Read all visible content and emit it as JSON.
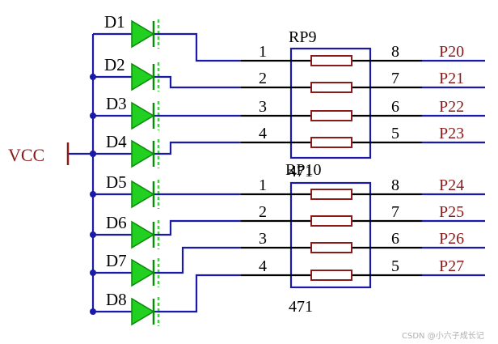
{
  "diagram": {
    "leds": [
      {
        "label": "D1"
      },
      {
        "label": "D2"
      },
      {
        "label": "D3"
      },
      {
        "label": "D4"
      },
      {
        "label": "D5"
      },
      {
        "label": "D6"
      },
      {
        "label": "D7"
      },
      {
        "label": "D8"
      }
    ],
    "power_label": "VCC",
    "resistor_networks": [
      {
        "name": "RP9",
        "value": "471",
        "left_pins": [
          "1",
          "2",
          "3",
          "4"
        ],
        "right_pins": [
          "8",
          "7",
          "6",
          "5"
        ],
        "ports": [
          "P20",
          "P21",
          "P22",
          "P23"
        ]
      },
      {
        "name": "RP10",
        "value": "471",
        "left_pins": [
          "1",
          "2",
          "3",
          "4"
        ],
        "right_pins": [
          "8",
          "7",
          "6",
          "5"
        ],
        "ports": [
          "P24",
          "P25",
          "P26",
          "P27"
        ]
      }
    ],
    "watermark": "CSDN @小六子成长记"
  }
}
